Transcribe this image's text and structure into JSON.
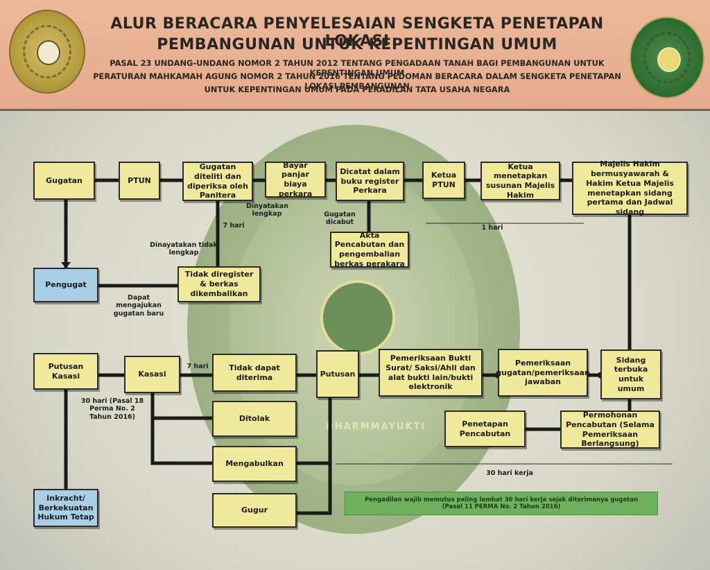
{
  "header": {
    "title_line1": "ALUR BERACARA PENYELESAIAN SENGKETA PENETAPAN LOKASI",
    "title_line2": "PEMBANGUNAN UNTUK KEPENTINGAN UMUM",
    "sub_line1": "PASAL 23 UNDANG-UNDANG NOMOR 2 TAHUN 2012 TENTANG PENGADAAN TANAH BAGI PEMBANGUNAN UNTUK KEPENTINGAN UMUM",
    "sub_line2": "PERATURAN MAHKAMAH AGUNG NOMOR 2 TAHUN 2016 TENTANG PEDOMAN BERACARA DALAM SENGKETA PENETAPAN LOKASI PEMBANGUNAN",
    "sub_line3": "UNTUK KEPENTINGAN UMUM PADA PERADILAN TATA USAHA NEGARA"
  },
  "emblem": {
    "left_icon": "court-seal-gold",
    "right_icon": "court-seal-green",
    "motto": "DHARMMAYUKTI"
  },
  "boxes": {
    "gugatan": "Gugatan",
    "ptun": "PTUN",
    "diteliti": "Gugatan diteliti dan diperiksa oleh Panitera",
    "bayar": "Bayar panjar biaya perkara",
    "dicatat": "Dicatat dalam buku register Perkara",
    "ketua_ptun": "Ketua PTUN",
    "ketua_menetapkan": "Ketua menetapkan susunan Majelis Hakim",
    "majelis": "Majelis Hakim bermusyawarah & Hakim Ketua Majelis menetapkan sidang pertama dan Jadwal sidang",
    "akta": "Akta Pencabutan dan pengembalian berkas perakara",
    "pengugat": "Pengugat",
    "tidak_diregister": "Tidak diregister & berkas dikembalikan",
    "putusan_kasasi": "Putusan Kasasi",
    "kasasi": "Kasasi",
    "tidak_dapat": "Tidak dapat diterima",
    "putusan": "Putusan",
    "pemeriksaan_bukti": "Pemeriksaan Bukti Surat/ Saksi/Ahli dan alat bukti lain/bukti elektronik",
    "pemeriksaan_gugatan": "Pemeriksaan gugatan/pemeriksaan jawaban",
    "sidang_terbuka": "Sidang terbuka untuk umum",
    "ditolak": "Ditolak",
    "penetapan": "Penetapan Pencabutan",
    "permohonan": "Permohonan Pencabutan (Selama Pemeriksaan Berlangsung)",
    "mengabulkan": "Mengabulkan",
    "inkracht": "Inkracht/ Berkekuatan Hukum Tetap",
    "gugur": "Gugur"
  },
  "notes": {
    "dinyatakan_lengkap": "Dinyatakan lengkap",
    "tujuh_hari_a": "7 hari",
    "gugatan_dicabut": "Gugatan dicabut",
    "satu_hari": "1 hari",
    "tidak_lengkap": "Dinayatakan tidak lengkap",
    "dapat_mengajukan": "Dapat mengajukan gugatan baru",
    "tujuh_hari_b": "7 hari",
    "tiga_puluh_hari": "30 hari (Pasal 18 Perma No. 2 Tahun 2016)",
    "tiga_puluh_hari_kerja": "30 hari kerja"
  },
  "footer_note": {
    "line1": "Pengadilan wajib memutus paling lambat 30 hari kerja sejak diterimanya gugatan",
    "line2": "(Pasal 11 PERMA No. 2 Tahun 2016)"
  },
  "colors": {
    "box": "#f0e89a",
    "box_blue": "#a8cfe6",
    "header": "#e6ab8c",
    "green_note": "#6fb05d"
  }
}
